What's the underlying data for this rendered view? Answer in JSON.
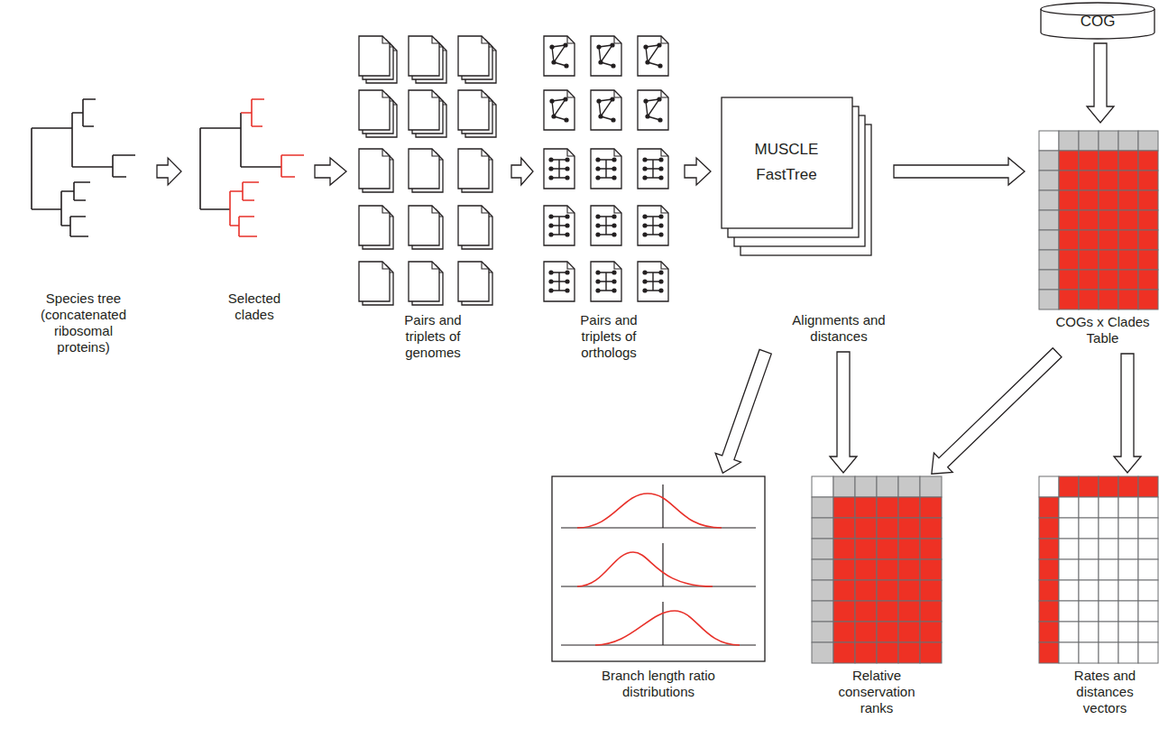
{
  "diagram": {
    "nodes": [
      {
        "text": [
          "Species tree (concatenated ribosomal proteins)"
        ]
      },
      {
        "text": [
          "Selected clades"
        ]
      },
      {
        "text": [
          "Pairs and triplets of genomes"
        ]
      },
      {
        "text": [
          "Pairs and triplets of orthologs"
        ]
      },
      {
        "text": [
          "MUSCLE FastTree",
          "Alignments and distances"
        ]
      },
      {
        "text": [
          "COG"
        ]
      },
      {
        "text": [
          "COGs x Clades Table"
        ]
      },
      {
        "text": [
          "Branch length ratio distributions"
        ]
      },
      {
        "text": [
          "Relative conservation ranks"
        ]
      },
      {
        "text": [
          "Rates and distances vectors"
        ]
      }
    ],
    "edges": [
      {
        "from": 0,
        "to": 1,
        "arrow": "to"
      },
      {
        "from": 1,
        "to": 2,
        "arrow": "to"
      },
      {
        "from": 2,
        "to": 3,
        "arrow": "to"
      },
      {
        "from": 3,
        "to": 4,
        "arrow": "to"
      },
      {
        "from": 4,
        "to": 6,
        "arrow": "to"
      },
      {
        "from": 5,
        "to": 6,
        "arrow": "to"
      },
      {
        "from": 4,
        "to": 7,
        "arrow": "to"
      },
      {
        "from": 4,
        "to": 8,
        "arrow": "to"
      },
      {
        "from": 6,
        "to": 8,
        "arrow": "to"
      },
      {
        "from": 6,
        "to": 9,
        "arrow": "to"
      }
    ]
  }
}
